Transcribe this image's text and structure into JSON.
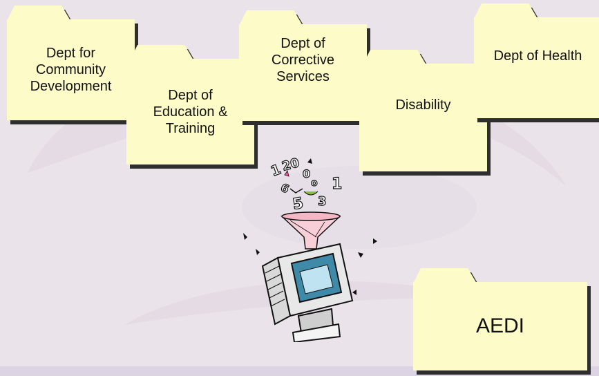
{
  "folders": [
    {
      "id": "community",
      "label": "Dept for\nCommunity\nDevelopment"
    },
    {
      "id": "education",
      "label": "Dept of\nEducation &\nTraining"
    },
    {
      "id": "corrective",
      "label": "Dept of\nCorrective\nServices"
    },
    {
      "id": "disability",
      "label": "Disability"
    },
    {
      "id": "health",
      "label": "Dept of Health"
    },
    {
      "id": "aedi",
      "label": "AEDI"
    }
  ],
  "illustration": {
    "icon": "computer-funnel-icon"
  },
  "colors": {
    "folder": "#fdfcc8",
    "shadow": "#2e2e2e",
    "background": "#ebe3ea"
  }
}
